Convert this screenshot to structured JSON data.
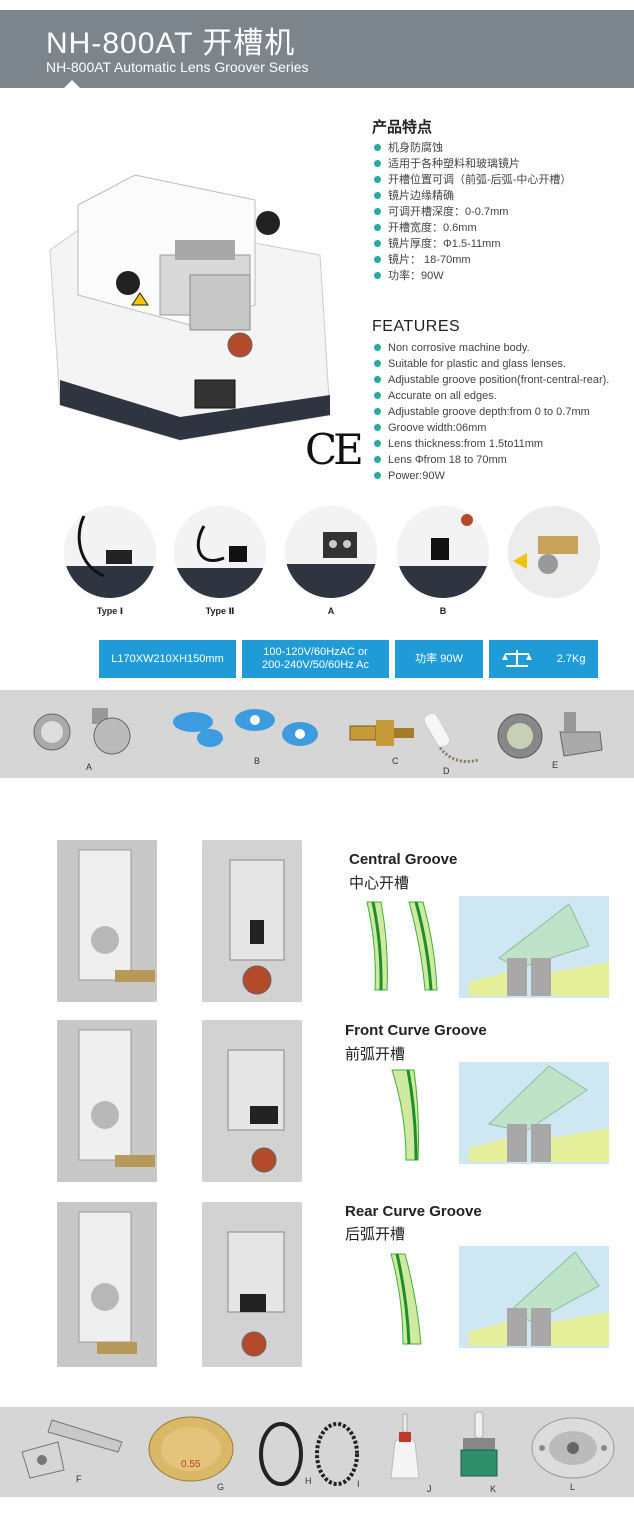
{
  "header": {
    "title": "NH-800AT 开槽机",
    "subtitle": "NH-800AT Automatic Lens Groover Series"
  },
  "features_cn": {
    "title": "产品特点",
    "items": [
      "机身防腐蚀",
      "适用于各种塑料和玻璃镜片",
      "开槽位置可调（前弧-后弧-中心开槽）",
      "镜片边缘精确",
      "可调开槽深度：0-0.7mm",
      "开槽宽度：0.6mm",
      "镜片厚度：Φ1.5-11mm",
      "镜片： 18-70mm",
      "功率：90W"
    ]
  },
  "features_en": {
    "title": "FEATURES",
    "items": [
      "Non corrosive machine body.",
      "Suitable for plastic and glass lenses.",
      "Adjustable groove position(front-central-rear).",
      "Accurate on all edges.",
      "Adjustable groove depth:from 0 to 0.7mm",
      "Groove width:06mm",
      "Lens thickness:from 1.5to11mm",
      "Lens Φfrom 18 to 70mm",
      "Power:90W"
    ]
  },
  "ce_mark": "CE",
  "variants": [
    {
      "label": "Type Ⅰ"
    },
    {
      "label": "Type Ⅱ"
    },
    {
      "label": "A"
    },
    {
      "label": "B"
    },
    {
      "label": ""
    }
  ],
  "specs": {
    "dimensions": "L170XW210XH150mm",
    "voltage_line1": "100-120V/60HzAC or",
    "voltage_line2": "200-240V/50/60Hz Ac",
    "power": "功率 90W",
    "weight": "2.7Kg",
    "weight_icon": "scale-icon"
  },
  "accessories_top": [
    "A",
    "B",
    "C",
    "D",
    "E"
  ],
  "grooves": [
    {
      "title_en": "Central Groove",
      "title_cn": "中心开槽"
    },
    {
      "title_en": "Front Curve Groove",
      "title_cn": "前弧开槽"
    },
    {
      "title_en": "Rear Curve Groove",
      "title_cn": "后弧开槽"
    }
  ],
  "accessories_bottom": [
    "F",
    "G",
    "H",
    "I",
    "J",
    "K",
    "L"
  ],
  "wheel_marking": "0.55",
  "colors": {
    "header_bg": "#7d858c",
    "bullet": "#2aa7a0",
    "spec_bg": "#1f9bd8",
    "band_bg": "#d6d6d6",
    "groove_green": "#3fae3a",
    "diagram_bg": "#cfe6f3"
  }
}
